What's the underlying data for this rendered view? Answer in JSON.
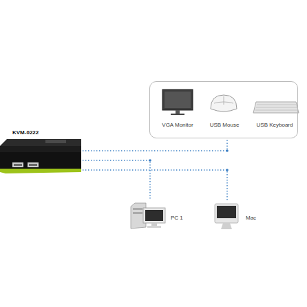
{
  "diagram": {
    "nodes": [
      {
        "text": [
          "KVM-0222"
        ]
      },
      {
        "text": [
          "VGA Monitor",
          "USB Mouse",
          "USB Keyboard"
        ]
      },
      {
        "text": [
          "PC 1"
        ]
      },
      {
        "text": [
          "Mac"
        ]
      }
    ],
    "edges": [
      {
        "from": 0,
        "to": 1,
        "arrow": "none"
      },
      {
        "from": 0,
        "to": 2,
        "arrow": "none"
      },
      {
        "from": 0,
        "to": 3,
        "arrow": "none"
      }
    ]
  }
}
